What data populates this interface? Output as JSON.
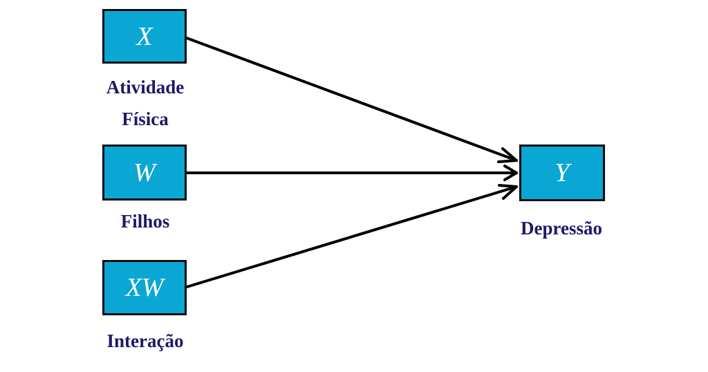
{
  "nodes": {
    "x": {
      "symbol": "X",
      "label_lines": [
        "Atividade",
        "Física"
      ]
    },
    "w": {
      "symbol": "W",
      "label_lines": [
        "Filhos"
      ]
    },
    "xw": {
      "symbol": "XW",
      "label_lines": [
        "Interação"
      ]
    },
    "y": {
      "symbol": "Y",
      "label_lines": [
        "Depressão"
      ]
    }
  },
  "edges": [
    {
      "from": "X",
      "to": "Y"
    },
    {
      "from": "W",
      "to": "Y"
    },
    {
      "from": "XW",
      "to": "Y"
    }
  ],
  "colors": {
    "box_fill": "#0aa7d5",
    "box_border": "#0b0b0b",
    "label_text": "#1c1a66",
    "arrow": "#000000"
  }
}
